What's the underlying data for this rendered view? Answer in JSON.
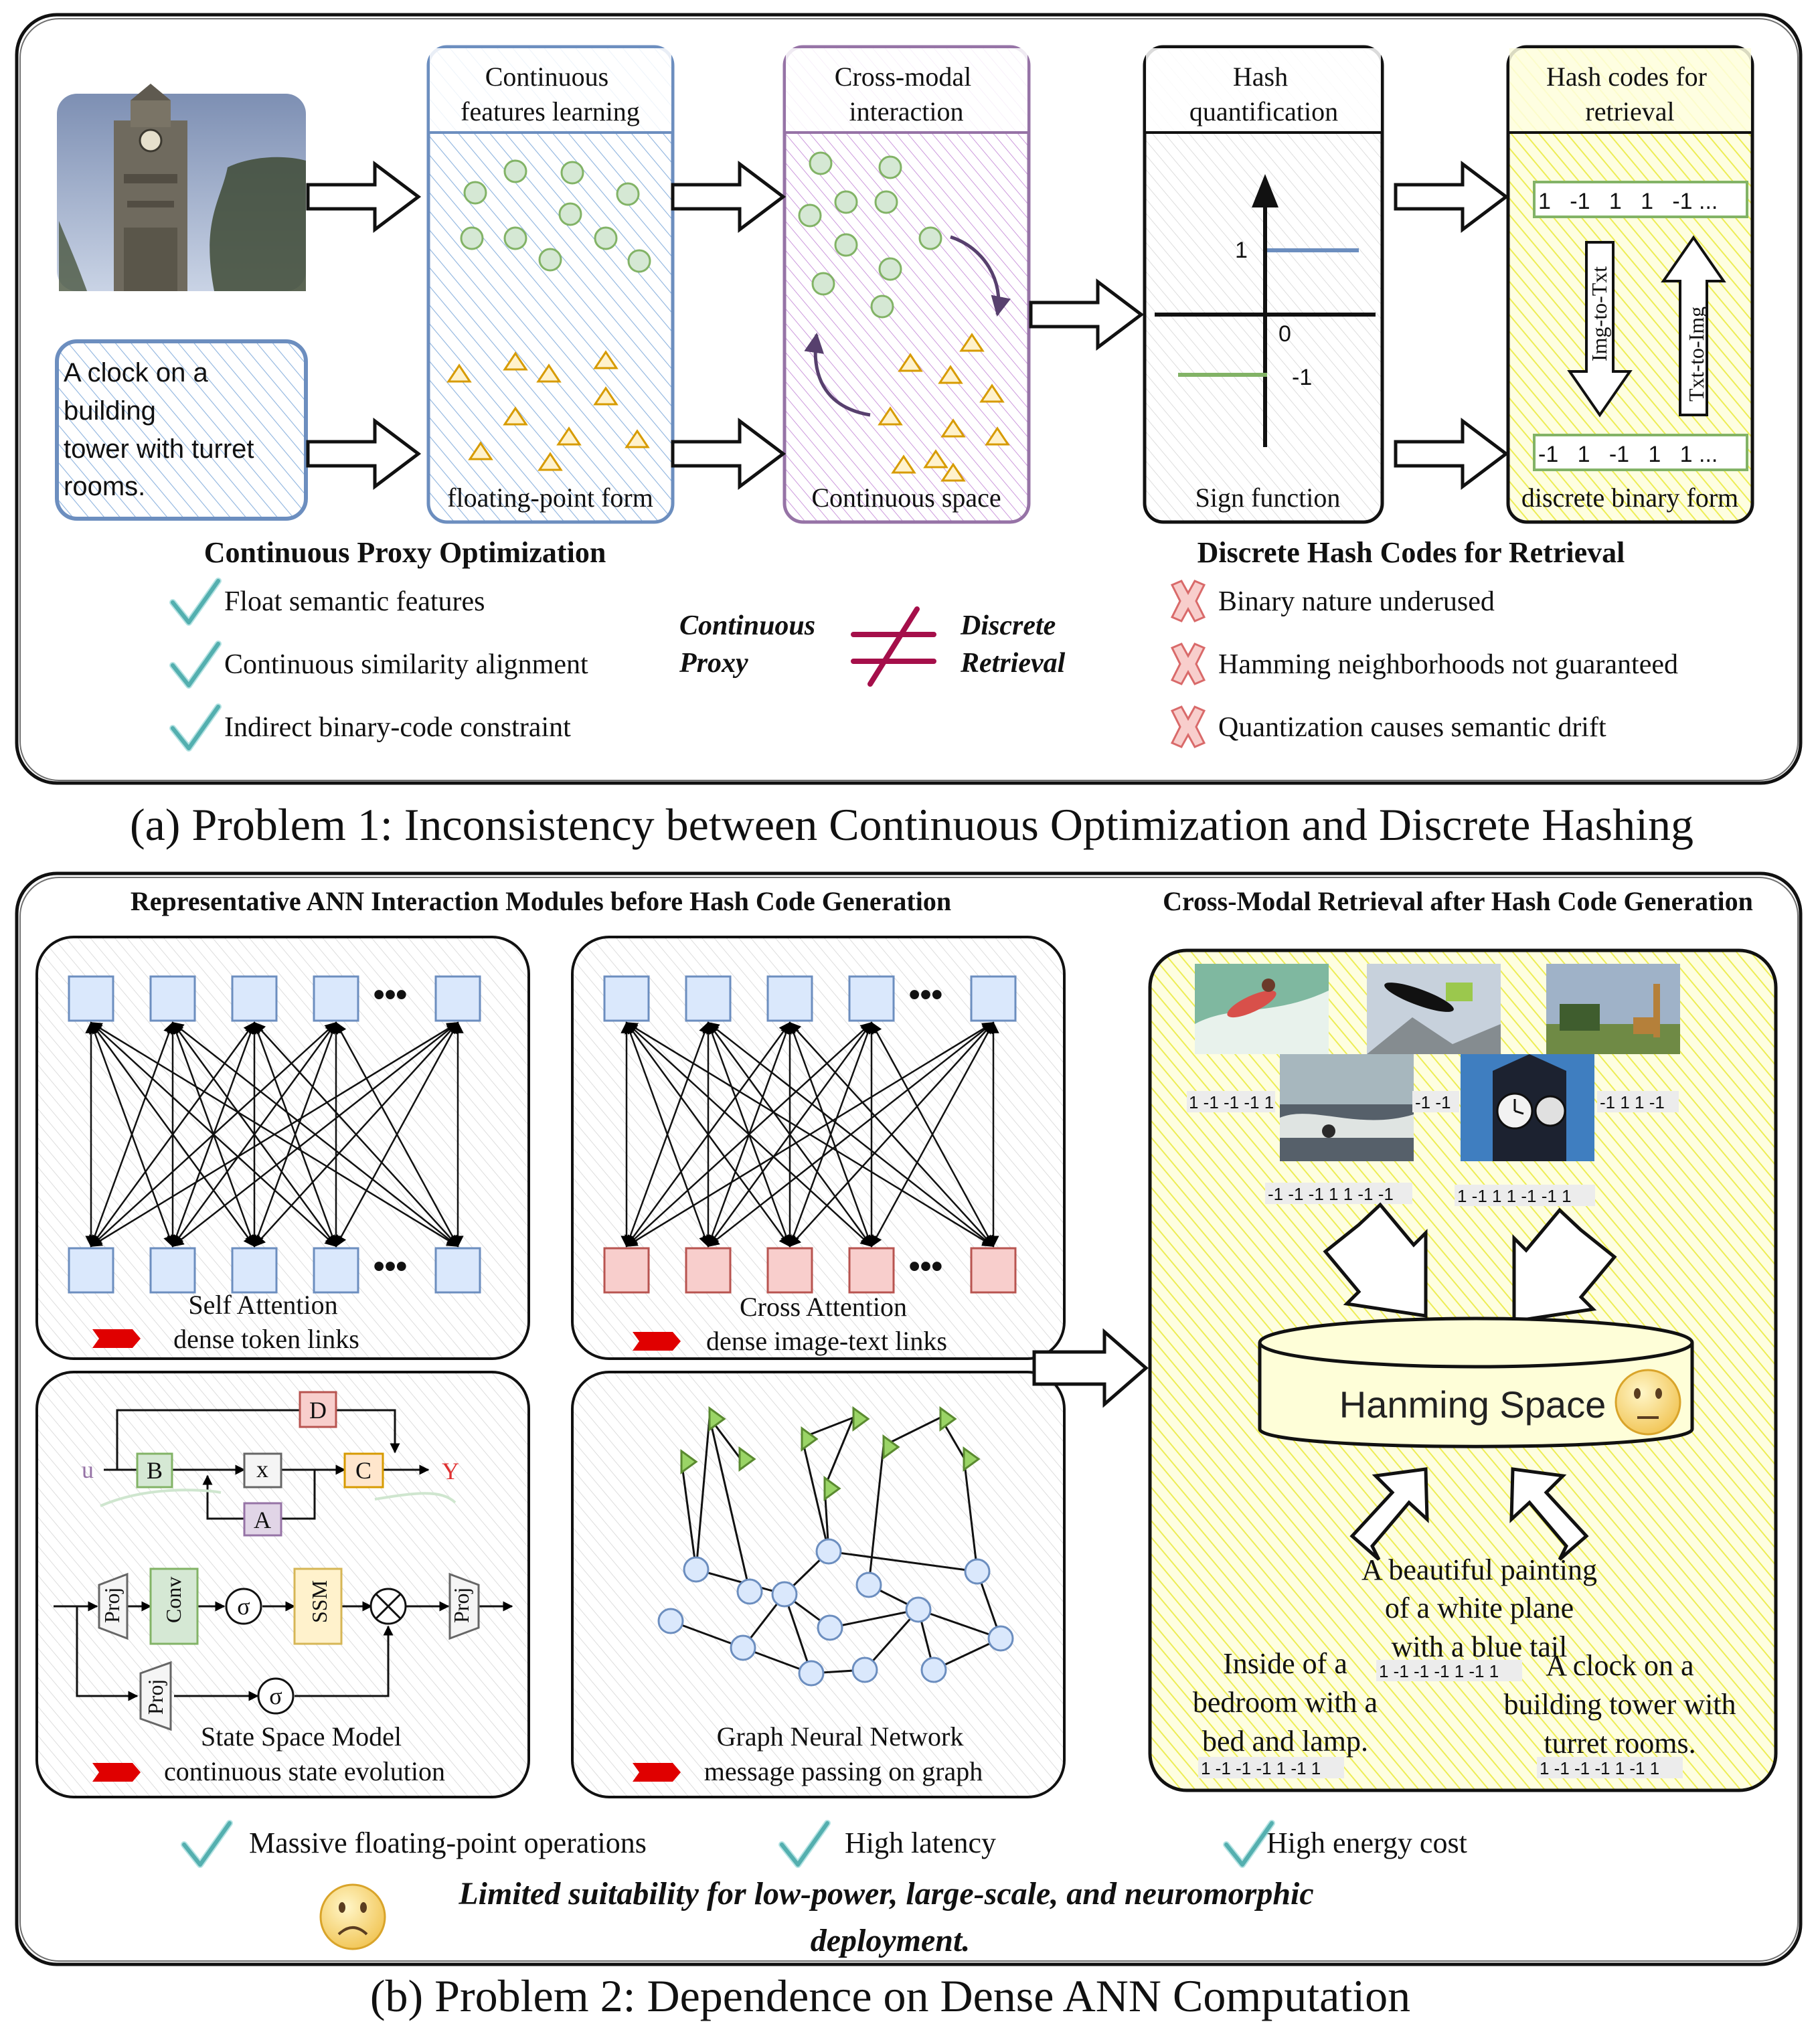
{
  "part_a": {
    "caption": "(a) Problem 1: Inconsistency between Continuous Optimization and Discrete Hashing",
    "input_text": [
      "A clock on a",
      "building",
      "tower with turret",
      "rooms."
    ],
    "col1": {
      "title": [
        "Continuous",
        "features learning"
      ],
      "footer": "floating-point form"
    },
    "col2": {
      "title": [
        "Cross-modal",
        "interaction"
      ],
      "footer": "Continuous space"
    },
    "col3": {
      "title": [
        "Hash",
        "quantification"
      ],
      "footer": "Sign function",
      "val_pos": "1",
      "val_zero": "0",
      "val_neg": "-1"
    },
    "col4": {
      "title": [
        "Hash codes for",
        "retrieval"
      ],
      "footer": "discrete binary form",
      "code_top": "1   -1   1   1   -1 ...",
      "code_bottom": "-1   1   -1   1   1 ...",
      "arrow_down": "Img-to-Txt",
      "arrow_up": "Txt-to-Img"
    },
    "left_heading": "Continuous Proxy Optimization",
    "left_items": [
      "Float semantic features",
      "Continuous similarity alignment",
      "Indirect binary-code constraint"
    ],
    "middle": {
      "left": [
        "Continuous",
        "Proxy"
      ],
      "right": [
        "Discrete",
        "Retrieval"
      ]
    },
    "right_heading": "Discrete Hash Codes for Retrieval",
    "right_items": [
      "Binary nature underused",
      "Hamming neighborhoods not guaranteed",
      "Quantization causes semantic drift"
    ]
  },
  "part_b": {
    "caption": "(b) Problem 2: Dependence on Dense ANN Computation",
    "left_heading": "Representative ANN Interaction Modules before Hash Code Generation",
    "right_heading": "Cross-Modal Retrieval after Hash Code Generation",
    "self_attention": [
      "Self Attention",
      "dense token links"
    ],
    "cross_attention": [
      "Cross Attention",
      "dense image-text links"
    ],
    "ssm": {
      "caption": [
        "State Space Model",
        "continuous state evolution"
      ],
      "u": "u",
      "b": "B",
      "x": "x",
      "c": "C",
      "y": "Y",
      "d": "D",
      "a": "A",
      "proj": "Proj",
      "conv": "Conv",
      "sigma": "σ",
      "ssm": "SSM"
    },
    "gnn": [
      "Graph Neural Network",
      "message passing on graph"
    ],
    "image_codes": [
      "1 -1 -1 -1 1",
      "-1 -1",
      "-1 1 1 -1",
      "-1 -1 -1 1 1 -1 -1",
      "1 -1 1 1 -1 -1 1"
    ],
    "hamming": "Hanming Space",
    "queries": [
      {
        "text": [
          "A beautiful painting",
          "of a white plane",
          "with a blue tail"
        ],
        "code": "1 -1 -1 -1 1 -1 1"
      },
      {
        "text": [
          "Inside of a",
          "bedroom with a",
          "bed and lamp."
        ],
        "code": "1 -1 -1 -1 1 -1 1"
      },
      {
        "text": [
          "A clock on a",
          "building tower with",
          "turret rooms."
        ],
        "code": "1 -1 -1 -1 1 -1 1"
      }
    ],
    "drawbacks": [
      "Massive floating-point operations",
      "High latency",
      "High energy cost"
    ],
    "conclusion": [
      "Limited suitability for low-power, large-scale, and neuromorphic",
      "deployment."
    ]
  },
  "colors": {
    "blue_stroke": "#6c8ebf",
    "blue_fill": "#dae8fc",
    "purple_stroke": "#9673a6",
    "green_fill": "#d5e8d4",
    "green_stroke": "#82b366",
    "orange": "#d79b00",
    "red_fill": "#f8cecc",
    "yellow_fill": "#ffff88",
    "teal": "#4fb3b3",
    "crimson": "#a50f4a"
  }
}
